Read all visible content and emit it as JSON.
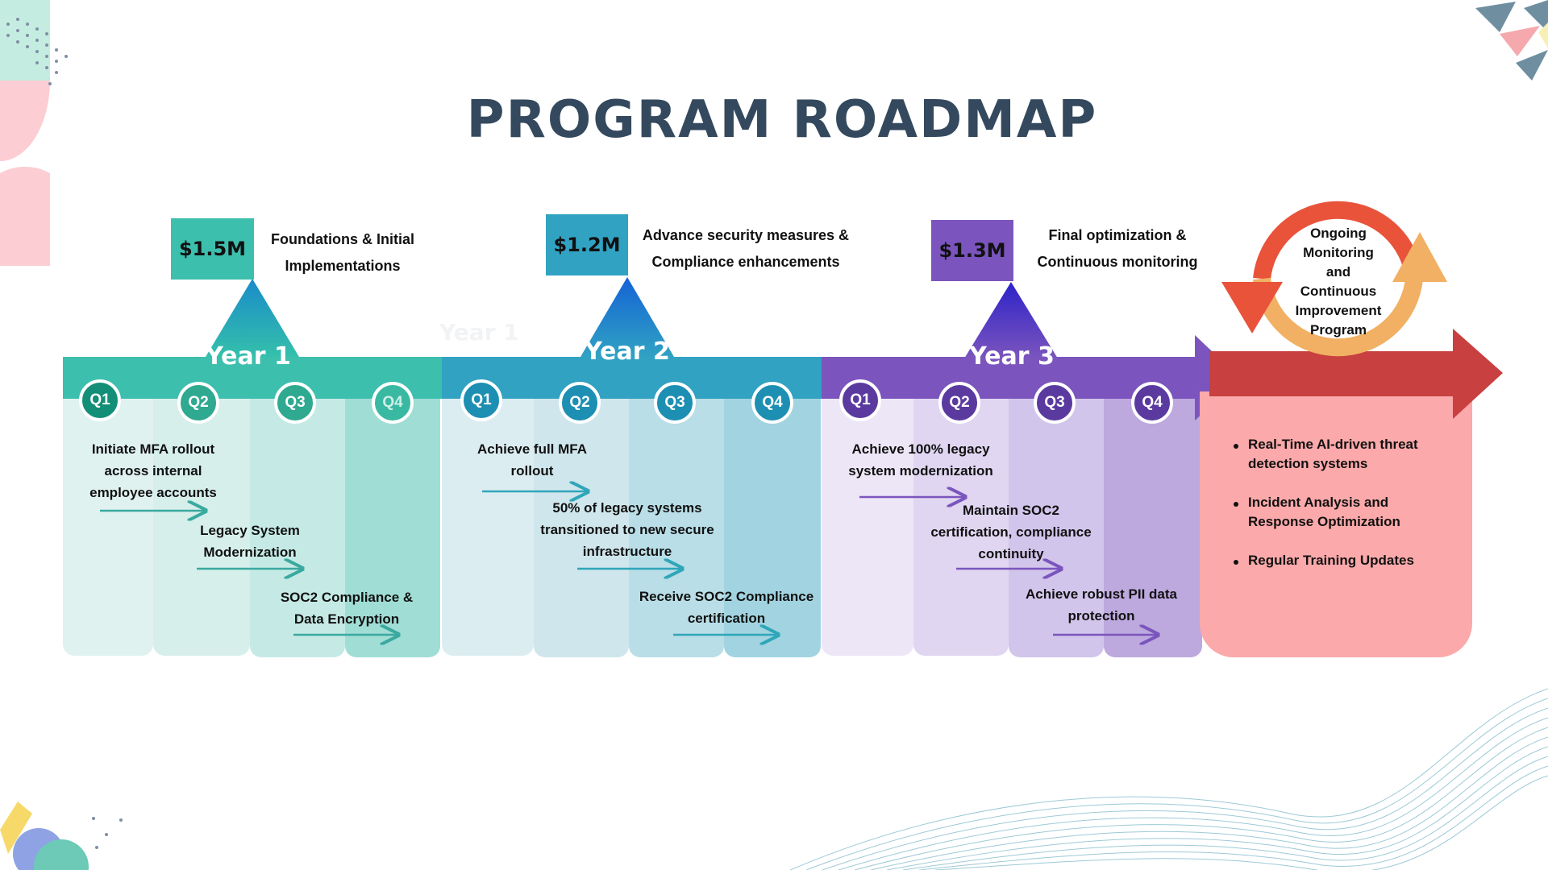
{
  "title": "PROGRAM ROADMAP",
  "colors": {
    "year1": "#3dbfae",
    "year2": "#31a2c2",
    "year3": "#7b55bd",
    "ongoing": "#fba9aa",
    "arrow_red": "#c8403f",
    "title": "#34495e"
  },
  "years": [
    {
      "label": "Year 1",
      "budget": "$1.5M",
      "phase_lines": [
        "Foundations & Initial",
        "Implementations"
      ],
      "quarters": [
        "Q1",
        "Q2",
        "Q3",
        "Q4"
      ],
      "milestones": [
        {
          "lines": [
            "Initiate MFA rollout",
            "across internal",
            "employee accounts"
          ]
        },
        {
          "lines": [
            "Legacy System",
            "Modernization"
          ]
        },
        {
          "lines": [
            "SOC2 Compliance &",
            "Data Encryption"
          ]
        }
      ]
    },
    {
      "label": "Year 2",
      "budget": "$1.2M",
      "phase_lines": [
        "Advance security measures &",
        "Compliance enhancements"
      ],
      "quarters": [
        "Q1",
        "Q2",
        "Q3",
        "Q4"
      ],
      "milestones": [
        {
          "lines": [
            "Achieve full MFA",
            "rollout"
          ]
        },
        {
          "lines": [
            "50% of legacy systems",
            "transitioned to new secure",
            "infrastructure"
          ]
        },
        {
          "lines": [
            "Receive SOC2 Compliance",
            "certification"
          ]
        }
      ]
    },
    {
      "label": "Year 3",
      "budget": "$1.3M",
      "phase_lines": [
        "Final optimization &",
        "Continuous monitoring"
      ],
      "quarters": [
        "Q1",
        "Q2",
        "Q3",
        "Q4"
      ],
      "milestones": [
        {
          "lines": [
            "Achieve 100% legacy",
            "system modernization"
          ]
        },
        {
          "lines": [
            "Maintain SOC2",
            "certification, compliance",
            "continuity"
          ]
        },
        {
          "lines": [
            "Achieve robust PII data",
            "protection"
          ]
        }
      ]
    }
  ],
  "ongoing": {
    "lines": [
      "Ongoing",
      "Monitoring",
      "and",
      "Continuous",
      "Improvement",
      "Program"
    ],
    "bullets": [
      {
        "lines": [
          "Real-Time AI-driven threat",
          "detection systems"
        ]
      },
      {
        "lines": [
          "Incident Analysis and",
          "Response Optimization"
        ]
      },
      {
        "lines": [
          "Regular Training Updates"
        ]
      }
    ]
  }
}
